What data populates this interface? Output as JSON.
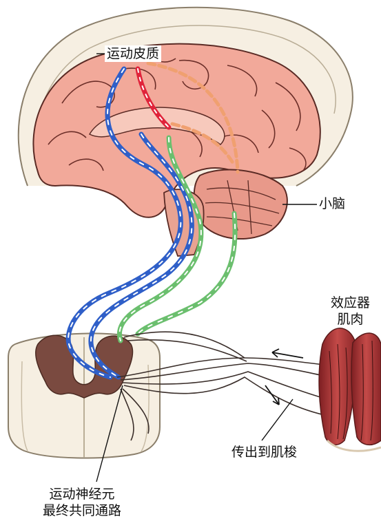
{
  "labels": {
    "motor_cortex": "运动皮质",
    "cerebellum": "小脑",
    "effector_line1": "效应器",
    "effector_line2": "肌肉",
    "efferent_to_spindle": "传出到肌梭",
    "final_path_line1": "运动神经元",
    "final_path_line2": "最终共同通路"
  },
  "colors": {
    "pathway_blue": "#2f5fc8",
    "pathway_green": "#6bbf6e",
    "pathway_red": "#e0233a",
    "pathway_orange": "#f0a070",
    "brain_pink": "#f2a99a",
    "grey_matter": "#7a4a40",
    "muscle": "#b03a3a"
  }
}
